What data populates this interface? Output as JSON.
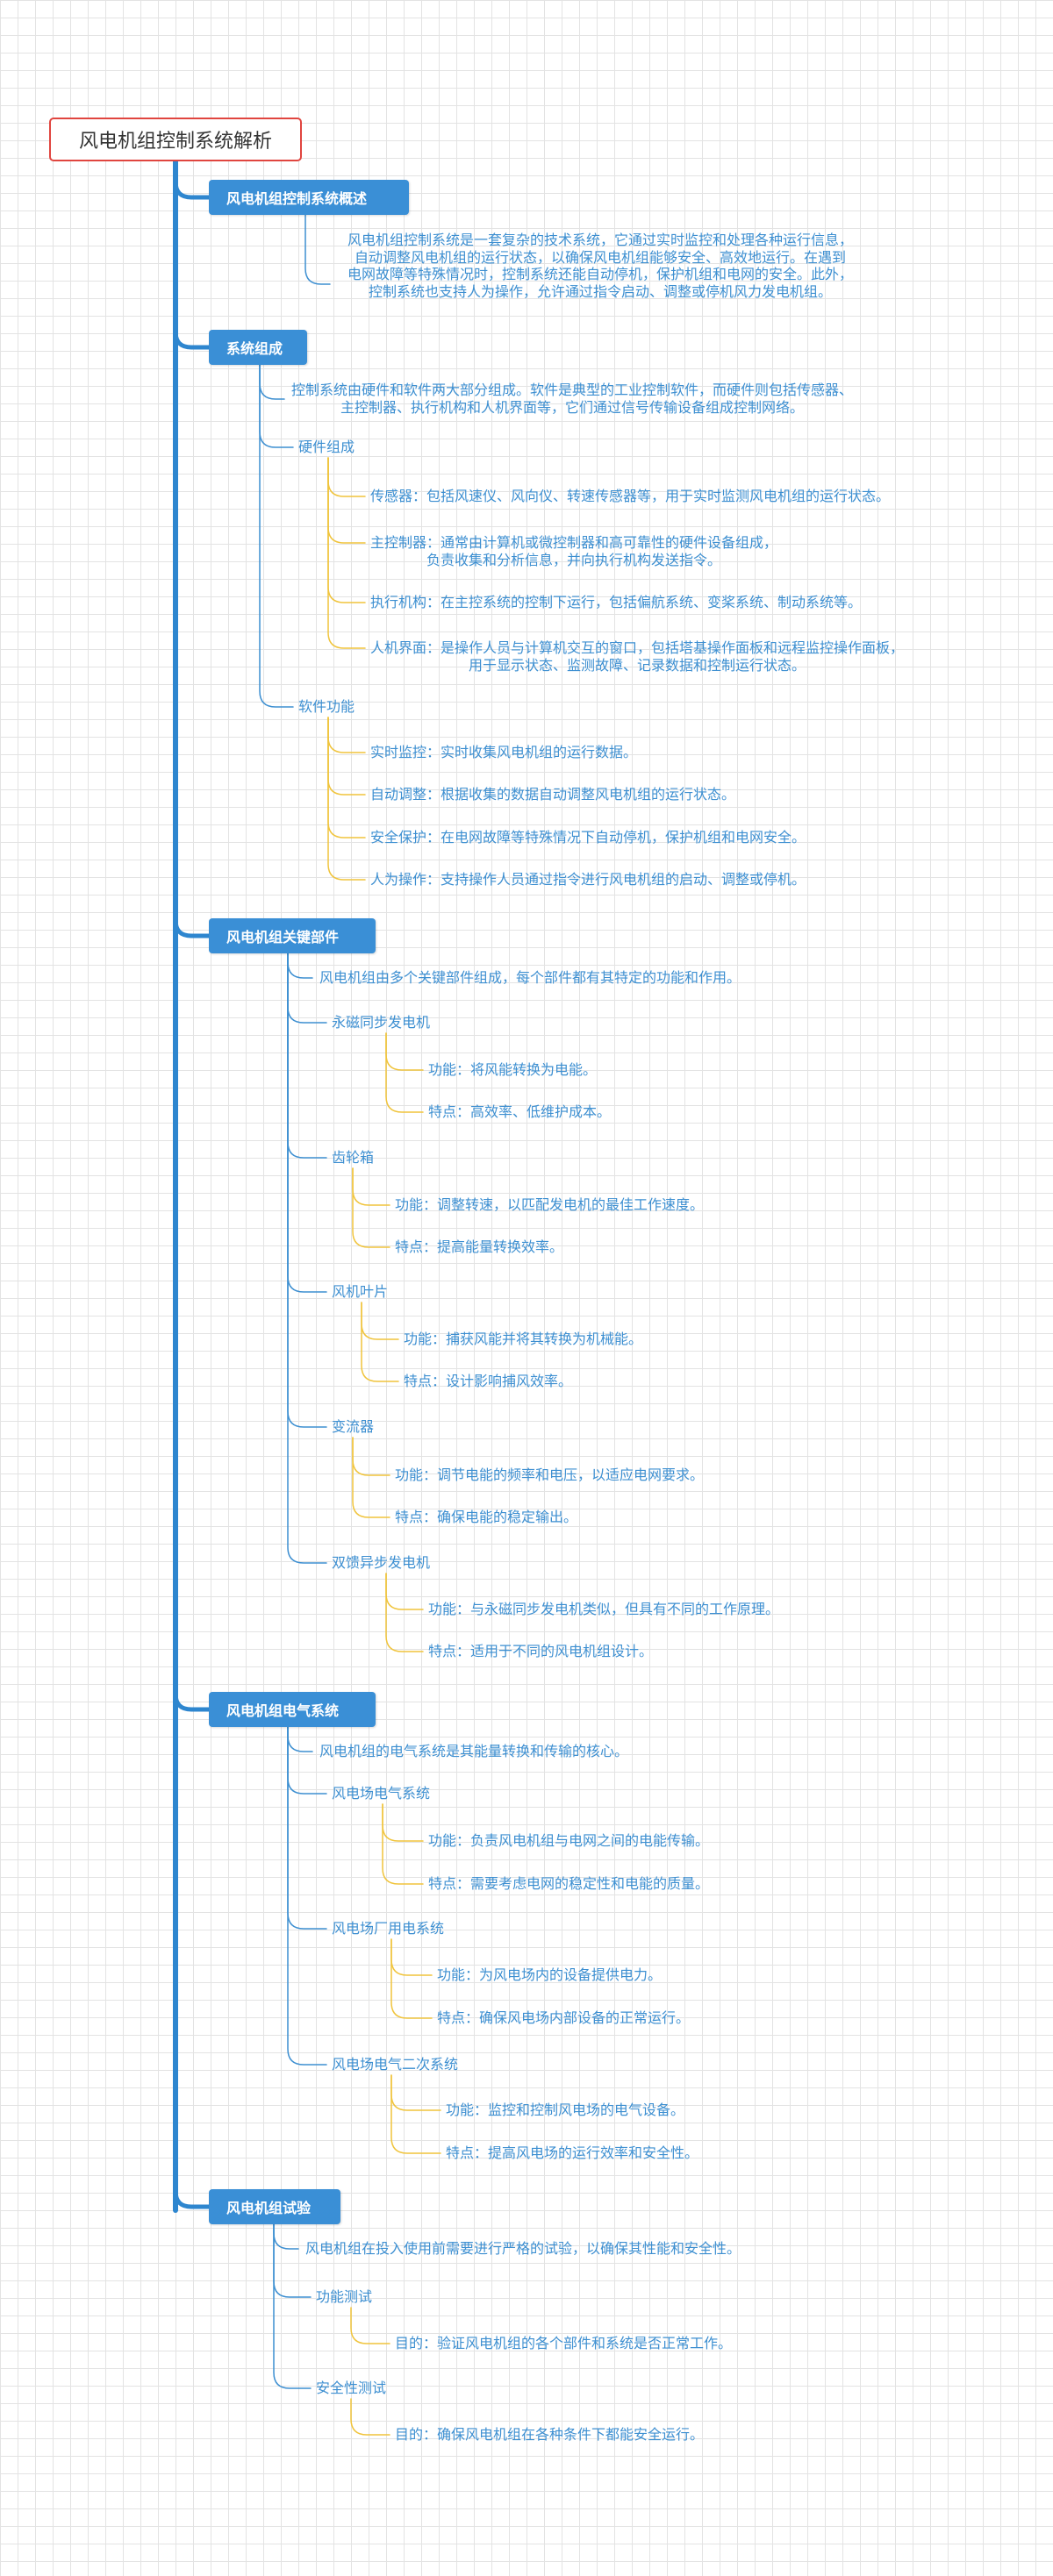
{
  "root": {
    "title": "风电机组控制系统解析"
  },
  "sections": [
    {
      "title": "风电机组控制系统概述",
      "paragraph": [
        "风电机组控制系统是一套复杂的技术系统，它通过实时监控和处理各种运行信息，",
        "自动调整风电机组的运行状态，以确保风电机组能够安全、高效地运行。在遇到",
        "电网故障等特殊情况时，控制系统还能自动停机，保护机组和电网的安全。此外，",
        "控制系统也支持人为操作，允许通过指令启动、调整或停机风力发电机组。"
      ]
    },
    {
      "title": "系统组成",
      "intro": [
        "控制系统由硬件和软件两大部分组成。软件是典型的工业控制软件，而硬件则包括传感器、",
        "主控制器、执行机构和人机界面等，它们通过信号传输设备组成控制网络。"
      ],
      "groups": [
        {
          "label": "硬件组成",
          "items": [
            [
              "传感器：包括风速仪、风向仪、转速传感器等，用于实时监测风电机组的运行状态。"
            ],
            [
              "主控制器：通常由计算机或微控制器和高可靠性的硬件设备组成，",
              "负责收集和分析信息，并向执行机构发送指令。"
            ],
            [
              "执行机构：在主控系统的控制下运行，包括偏航系统、变桨系统、制动系统等。"
            ],
            [
              "人机界面：是操作人员与计算机交互的窗口，包括塔基操作面板和远程监控操作面板，",
              "用于显示状态、监测故障、记录数据和控制运行状态。"
            ]
          ]
        },
        {
          "label": "软件功能",
          "items": [
            [
              "实时监控：实时收集风电机组的运行数据。"
            ],
            [
              "自动调整：根据收集的数据自动调整风电机组的运行状态。"
            ],
            [
              "安全保护：在电网故障等特殊情况下自动停机，保护机组和电网安全。"
            ],
            [
              "人为操作：支持操作人员通过指令进行风电机组的启动、调整或停机。"
            ]
          ]
        }
      ]
    },
    {
      "title": "风电机组关键部件",
      "intro": [
        "风电机组由多个关键部件组成，每个部件都有其特定的功能和作用。"
      ],
      "groups": [
        {
          "label": "永磁同步发电机",
          "items": [
            [
              "功能：将风能转换为电能。"
            ],
            [
              "特点：高效率、低维护成本。"
            ]
          ]
        },
        {
          "label": "齿轮箱",
          "items": [
            [
              "功能：调整转速，以匹配发电机的最佳工作速度。"
            ],
            [
              "特点：提高能量转换效率。"
            ]
          ]
        },
        {
          "label": "风机叶片",
          "items": [
            [
              "功能：捕获风能并将其转换为机械能。"
            ],
            [
              "特点：设计影响捕风效率。"
            ]
          ]
        },
        {
          "label": "变流器",
          "items": [
            [
              "功能：调节电能的频率和电压，以适应电网要求。"
            ],
            [
              "特点：确保电能的稳定输出。"
            ]
          ]
        },
        {
          "label": "双馈异步发电机",
          "items": [
            [
              "功能：与永磁同步发电机类似，但具有不同的工作原理。"
            ],
            [
              "特点：适用于不同的风电机组设计。"
            ]
          ]
        }
      ]
    },
    {
      "title": "风电机组电气系统",
      "intro": [
        "风电机组的电气系统是其能量转换和传输的核心。"
      ],
      "groups": [
        {
          "label": "风电场电气系统",
          "items": [
            [
              "功能：负责风电机组与电网之间的电能传输。"
            ],
            [
              "特点：需要考虑电网的稳定性和电能的质量。"
            ]
          ]
        },
        {
          "label": "风电场厂用电系统",
          "items": [
            [
              "功能：为风电场内的设备提供电力。"
            ],
            [
              "特点：确保风电场内部设备的正常运行。"
            ]
          ]
        },
        {
          "label": "风电场电气二次系统",
          "items": [
            [
              "功能：监控和控制风电场的电气设备。"
            ],
            [
              "特点：提高风电场的运行效率和安全性。"
            ]
          ]
        }
      ]
    },
    {
      "title": "风电机组试验",
      "intro": [
        "风电机组在投入使用前需要进行严格的试验，以确保其性能和安全性。"
      ],
      "groups": [
        {
          "label": "功能测试",
          "items": [
            [
              "目的：验证风电机组的各个部件和系统是否正常工作。"
            ]
          ]
        },
        {
          "label": "安全性测试",
          "items": [
            [
              "目的：确保风电机组在各种条件下都能安全运行。"
            ]
          ]
        }
      ]
    }
  ]
}
